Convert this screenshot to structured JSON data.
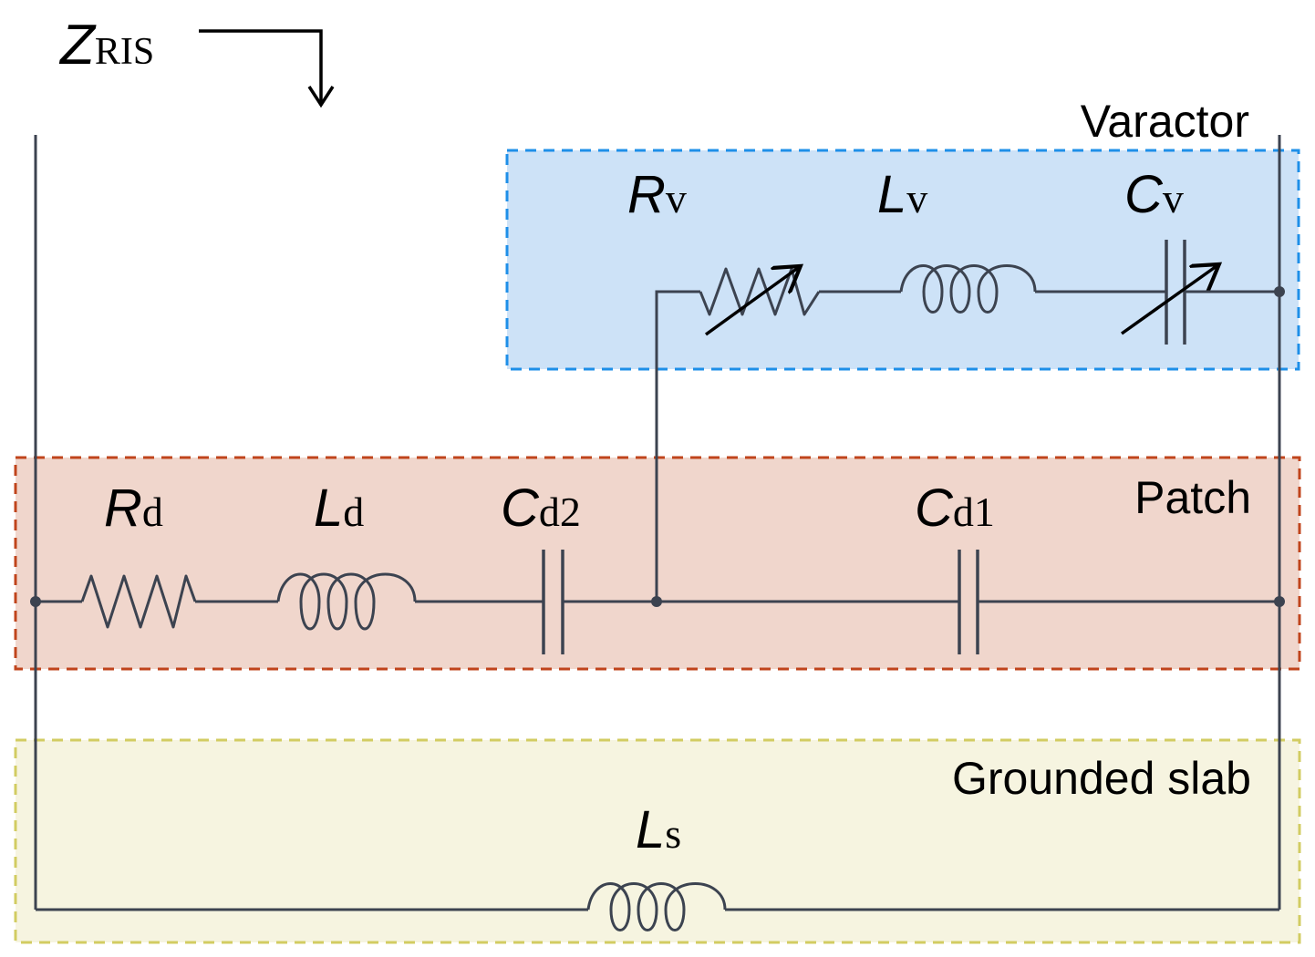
{
  "impedance_label": {
    "symbol": "Z",
    "subscript": "RIS"
  },
  "regions": {
    "varactor": {
      "label": "Varactor",
      "fill": "#cde2f7",
      "border": "#1e8fe8"
    },
    "patch": {
      "label": "Patch",
      "fill": "#f0d6cc",
      "border": "#c0441c"
    },
    "grounded_slab": {
      "label": "Grounded slab",
      "fill": "#f6f4e0",
      "border": "#d2cc62"
    }
  },
  "components": {
    "Rv": {
      "symbol": "R",
      "subscript": "v"
    },
    "Lv": {
      "symbol": "L",
      "subscript": "v"
    },
    "Cv": {
      "symbol": "C",
      "subscript": "v"
    },
    "Rd": {
      "symbol": "R",
      "subscript": "d"
    },
    "Ld": {
      "symbol": "L",
      "subscript": "d"
    },
    "Cd2": {
      "symbol": "C",
      "subscript": "d2"
    },
    "Cd1": {
      "symbol": "C",
      "subscript": "d1"
    },
    "Ls": {
      "symbol": "L",
      "subscript": "s"
    }
  },
  "colors": {
    "wire": "#3c4350",
    "text": "#000000"
  }
}
